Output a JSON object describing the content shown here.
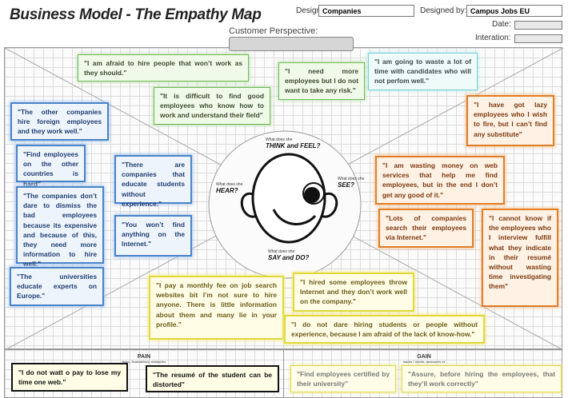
{
  "header": {
    "title": "Business Model - The Empathy Map",
    "designed_for_label": "Designed for:",
    "designed_for_value": "Companies",
    "designed_by_label": "Designed by:",
    "designed_by_value": "Campus Jobs EU",
    "date_label": "Date:",
    "iteration_label": "Interation:",
    "perspective_label": "Customer Perspective:"
  },
  "center": {
    "think": {
      "small": "What does she",
      "big": "THINK and FEEL?"
    },
    "see": {
      "small": "What does she",
      "big": "SEE?"
    },
    "hear": {
      "small": "What does she",
      "big": "HEAR?"
    },
    "say": {
      "small": "What does she",
      "big": "SAY and DO?"
    }
  },
  "sections": {
    "pain": "PAIN",
    "pain_sub": "fears, frustrations, obstacles",
    "gain": "GAIN",
    "gain_sub": "wants / needs, measures of success, obstacles"
  },
  "colors": {
    "green": "#6dbb55",
    "cyan": "#7bcfd0",
    "blue": "#4a84c8",
    "orange": "#e07e2a",
    "yellow": "#e2d83a",
    "black": "#111111"
  },
  "notes": {
    "think1": "\"I am afraid to hire people that won’t work as they should.\"",
    "think2": "\"It is difficult to find good employees who know how to work and understand their field\"",
    "think3": "\"I need more employees but I do not want to take any risk.\"",
    "think4": "\"I am going to waste a lot of time with candidates who will not perfom well.\"",
    "hear1": "\"The other companies hire foreign employees and they work well.\"",
    "hear2": "\"Find employees on the other countries is hard\"",
    "hear3": "\"The companies don’t dare to dismiss the bad employees because its expensive and because of this, they need more information to hire well.\"",
    "hear4": "\"The universities educate experts on Europe.\"",
    "hear5": "\"There are companies that educate students without experience.\"",
    "hear6": "\"You won’t find anything on the Internet.\"",
    "see1": "\"I have got lazy employees who I wish to fire, but I can’t find any substitute\"",
    "see2": "\"I am wasting money on web services that help me find employees, but in the end I don’t get any good of it.\"",
    "see3": "\"Lots of companies search their employees via Internet.\"",
    "see4": "\"I cannot know if the employees who I interview fulfill what they indicate in their resumé without wasting time investigating them\"",
    "say1": "\"I pay a monthly fee on job search websites bit I’m not sure to hire anyone. There is little information about them and many lie in your profile.\"",
    "say2": "\"I hired some employees throw Internet and they don’t work well on the company.\"",
    "say3": "\"I do not dare hiring students or people without experience, because I am afraid of the lack of know-how.\"",
    "pain1": "\"I do not watt o pay to lose my time one web.\"",
    "pain2": "\"The resumé of the student can be distorted\"",
    "gain1": "\"Find employees certified by their university\"",
    "gain2": "\"Assure, before hiring the employees, that they’ll work correctly\""
  }
}
